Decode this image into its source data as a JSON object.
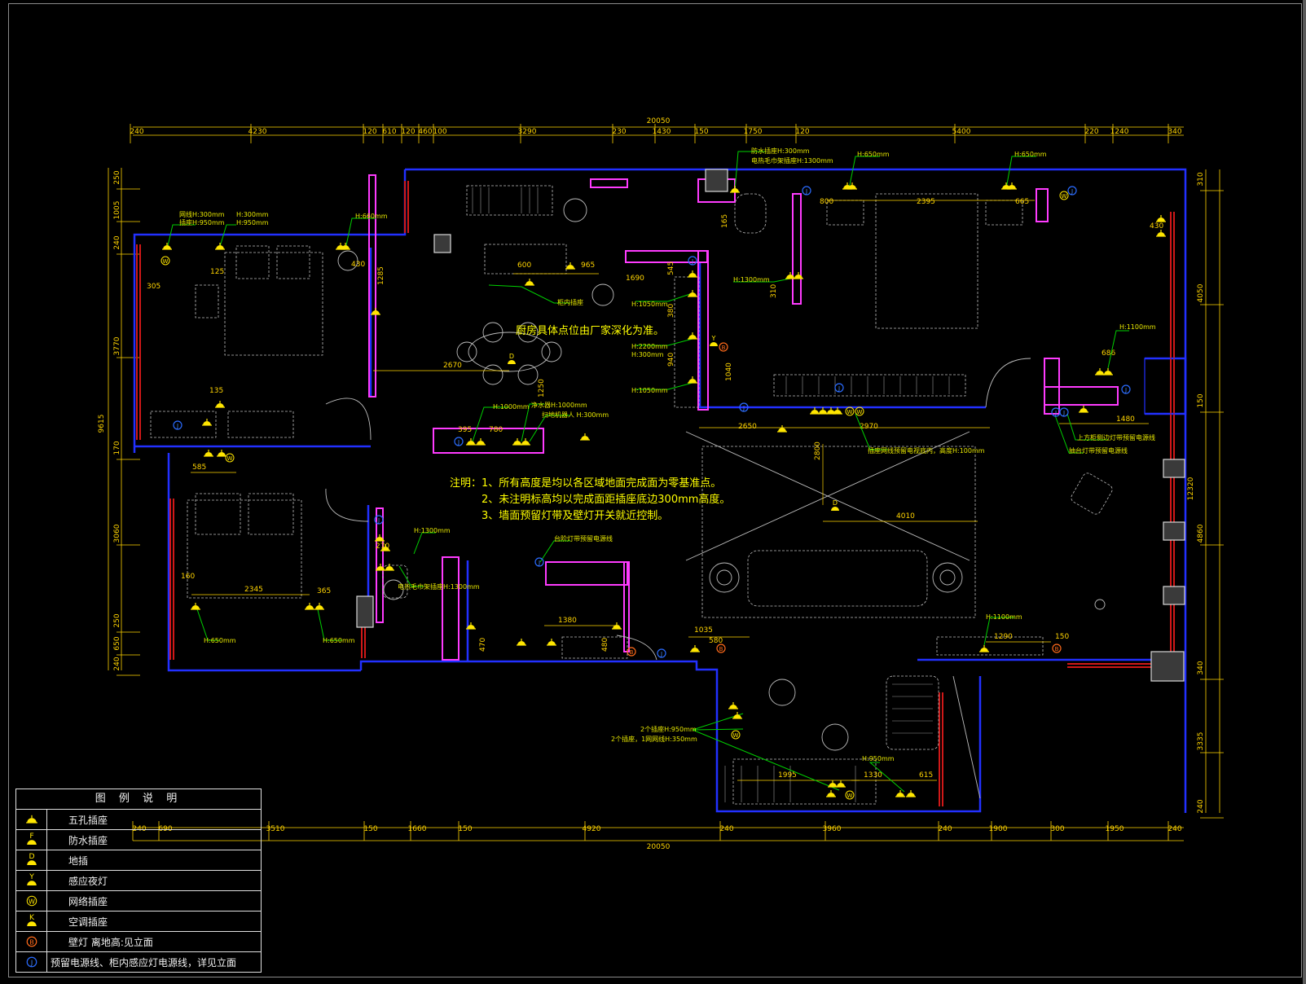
{
  "plan": {
    "total_width_top": "20050",
    "total_width_bottom": "20050",
    "total_height_left": "9615",
    "total_height_right": "12320",
    "top_dims": [
      "240",
      "4230",
      "120",
      "610",
      "120",
      "460",
      "100",
      "3290",
      "230",
      "1430",
      "150",
      "1750",
      "120",
      "5400",
      "220",
      "1240",
      "340"
    ],
    "bottom_dims": [
      "240",
      "690",
      "3510",
      "150",
      "1660",
      "150",
      "4920",
      "240",
      "3960",
      "240",
      "1900",
      "300",
      "1950",
      "240"
    ],
    "left_dims": [
      "250",
      "1005",
      "240",
      "3770",
      "170",
      "3060",
      "250",
      "650",
      "240"
    ],
    "right_dims": [
      "310",
      "4050",
      "150",
      "4860",
      "340",
      "3335",
      "240"
    ],
    "kitchen_note": "厨房具体点位由厂家深化为准。",
    "notes": [
      "注明：1、所有高度是均以各区域地面完成面为零基准点。",
      "2、未注明标高均以完成面距插座底边300mm高度。",
      "3、墙面预留灯带及壁灯开关就近控制。"
    ],
    "labels": {
      "h650_a": "H:650mm",
      "h650_b": "H:650mm",
      "h660": "H:660mm",
      "net_tv": "网线H:300mm",
      "sock_950": "插座H:950mm",
      "h300": "H:300mm",
      "h950": "H:950mm",
      "waterproof": "防水插座H:300mm",
      "towel_rack": "电热毛巾架插座H:1300mm",
      "h1300": "H:1300mm",
      "h1050_a": "H:1050mm",
      "h1050_b": "H:1050mm",
      "h2200": "H:2200mm",
      "h300_b": "H:300mm",
      "h1000": "H:1000mm",
      "purifier": "净水器H:1000mm",
      "robot": "扫地机器人 H:300mm",
      "cabinet_sock": "柜内插座",
      "h1100": "H:1100mm",
      "h1100_b": "H:1100mm",
      "top_strip": "上方柜侧边灯带预留电源线",
      "table_strip": "抽台灯带预留电源线",
      "tv_net": "插座网线预留电视底内，高度H:100mm",
      "desk_lamp": "台阶灯带预留电源线",
      "towel_b": "电热毛巾架插座H:1300mm",
      "h1300_b": "H:1300mm",
      "study1": "2个插座H:950mm",
      "study2": "2个插座，1网网线H:350mm",
      "h950_b": "H:950mm",
      "h650_c": "H:650mm",
      "h650_d": "H:650mm"
    },
    "inner_dims": {
      "d2670": "2670",
      "d2650": "2650",
      "d2970": "2970",
      "d4010": "4010",
      "d2800": "2800",
      "d1480": "1480",
      "d1290": "1290",
      "d1380": "1380",
      "d1035": "1035",
      "d580": "580",
      "d2345": "2345",
      "d1995": "1995",
      "d1330": "1330",
      "d615": "615",
      "d2395": "2395",
      "d800": "800",
      "d665": "665",
      "d430a": "430",
      "d430b": "430",
      "d305": "305",
      "d125": "125",
      "d585": "585",
      "d135": "135",
      "d160": "160",
      "d365": "365",
      "d600": "600",
      "d965": "965",
      "d1690": "1690",
      "d545": "545",
      "d380": "380",
      "d940": "940",
      "d1040": "1040",
      "d395": "395",
      "d780": "780",
      "d1250": "1250",
      "d686": "686",
      "d150": "150",
      "d270": "270",
      "d470": "470",
      "d480": "480",
      "d1285": "1285",
      "d165": "165",
      "d310": "310"
    }
  },
  "colors": {
    "wall": "#2230ff",
    "dim": "#ffd400",
    "furniture": "#cfcfcf",
    "socket": "#ffe600",
    "leader": "#00d000",
    "accent": "#ff3bff",
    "redwall": "#d01818",
    "symbol_j": "#2a6bff"
  },
  "legend": {
    "title": "图 例 说 明",
    "items": [
      {
        "icon": "five-hole-socket-icon",
        "label": "五孔插座"
      },
      {
        "icon": "waterproof-socket-icon",
        "label": "防水插座"
      },
      {
        "icon": "floor-socket-icon",
        "label": "地插"
      },
      {
        "icon": "night-light-icon",
        "label": "感应夜灯"
      },
      {
        "icon": "network-socket-icon",
        "label": "网络插座"
      },
      {
        "icon": "ac-socket-icon",
        "label": "空调插座"
      },
      {
        "icon": "wall-lamp-icon",
        "label": "壁灯  离地高:见立面"
      },
      {
        "icon": "reserved-power-icon",
        "label": "预留电源线、柜内感应灯电源线，详见立面"
      }
    ]
  }
}
